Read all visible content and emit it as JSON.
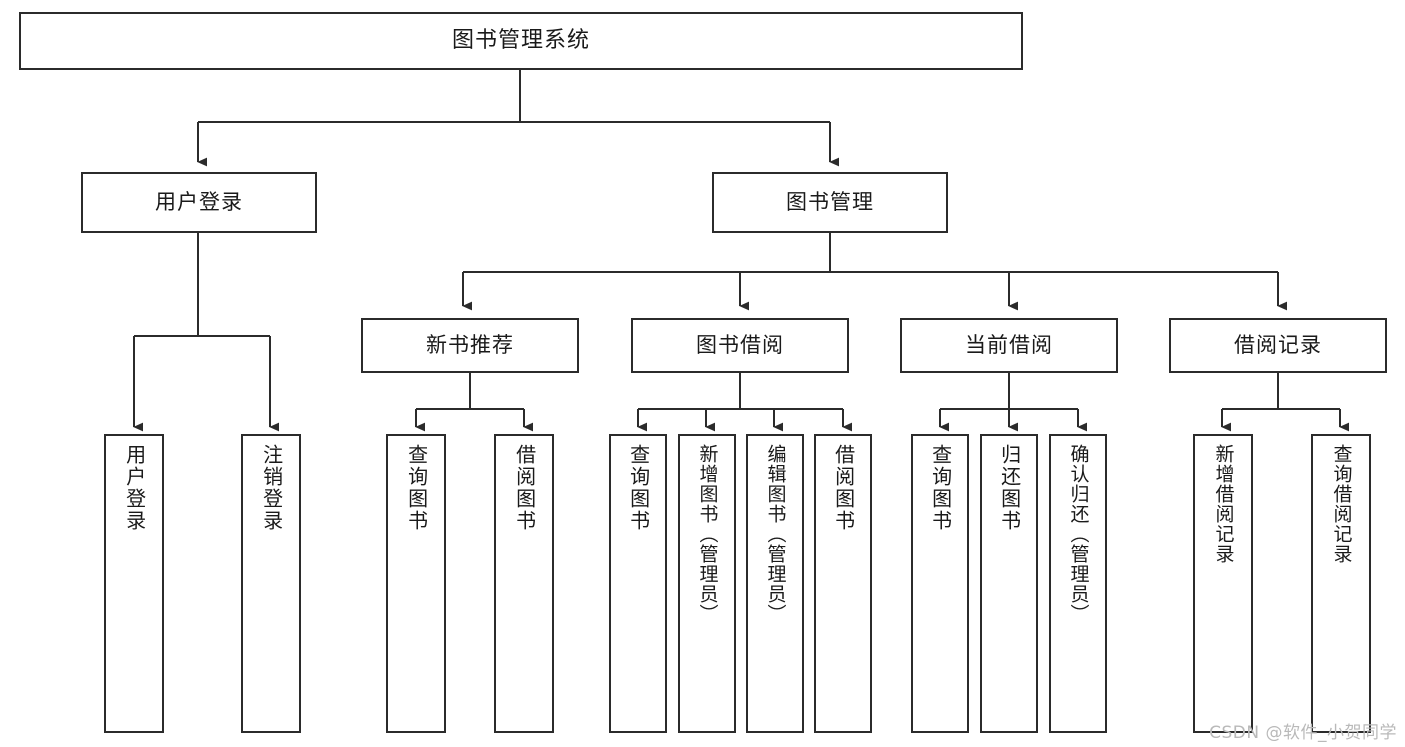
{
  "diagram": {
    "title": "图书管理系统",
    "type": "tree",
    "root": {
      "label": "图书管理系统"
    },
    "level1": [
      {
        "label": "用户登录"
      },
      {
        "label": "图书管理"
      }
    ],
    "level2": [
      {
        "label": "新书推荐"
      },
      {
        "label": "图书借阅"
      },
      {
        "label": "当前借阅"
      },
      {
        "label": "借阅记录"
      }
    ],
    "leaves": {
      "user_login": [
        {
          "label": "用户登录"
        },
        {
          "label": "注销登录"
        }
      ],
      "new_book_recommend": [
        {
          "label": "查询图书"
        },
        {
          "label": "借阅图书"
        }
      ],
      "book_borrow": [
        {
          "label": "查询图书"
        },
        {
          "label": "新增图书（管理员）"
        },
        {
          "label": "编辑图书（管理员）"
        },
        {
          "label": "借阅图书"
        }
      ],
      "current_borrow": [
        {
          "label": "查询图书"
        },
        {
          "label": "归还图书"
        },
        {
          "label": "确认归还（管理员）"
        }
      ],
      "borrow_record": [
        {
          "label": "新增借阅记录"
        },
        {
          "label": "查询借阅记录"
        }
      ]
    }
  },
  "watermark": {
    "text": "CSDN @软件_小贺同学"
  },
  "colors": {
    "background": "#ffffff",
    "node_border": "#2b2b2b",
    "node_fill": "#ffffff",
    "edge": "#2b2b2b",
    "text": "#1a1a1a",
    "watermark": "#b9b9b9"
  }
}
